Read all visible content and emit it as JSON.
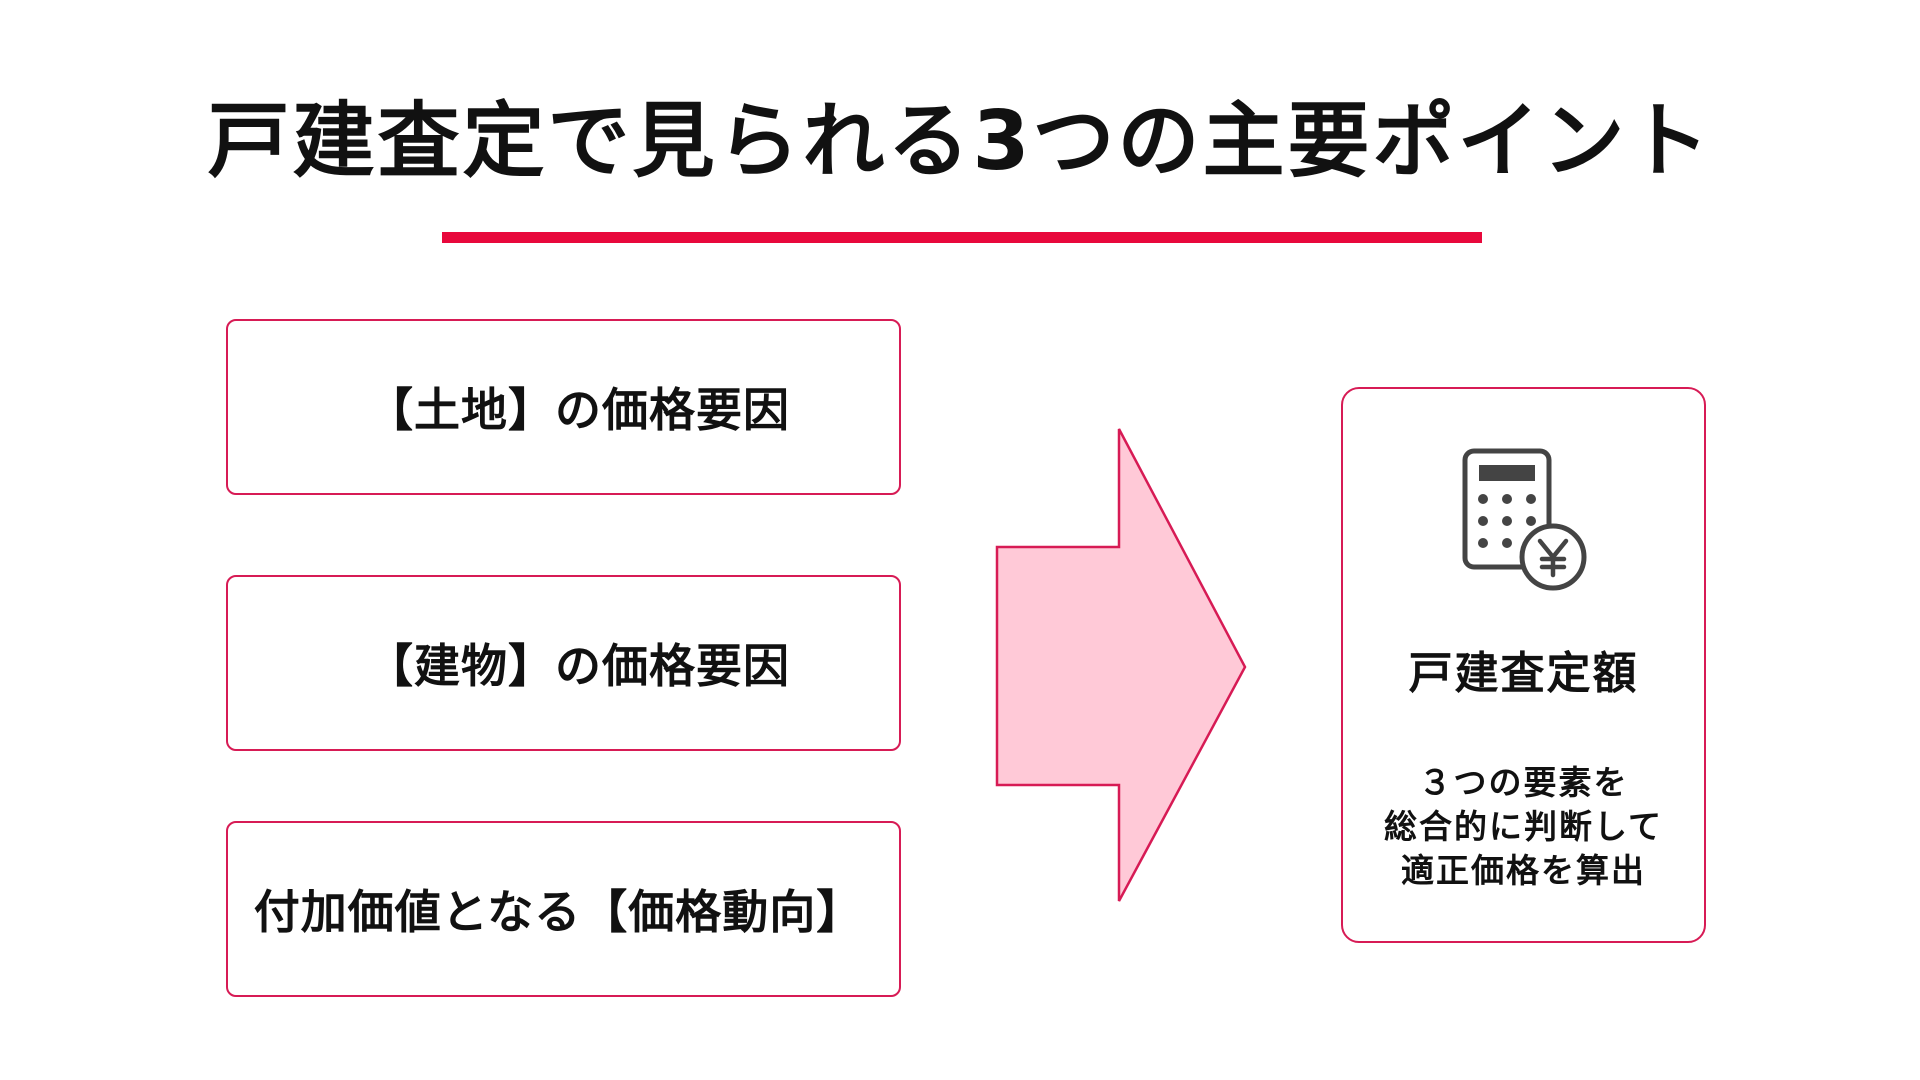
{
  "title": "戸建査定で見られる3つの主要ポイント",
  "factors": [
    {
      "label": "【土地】の価格要因"
    },
    {
      "label": "【建物】の価格要因"
    },
    {
      "label": "付加価値となる【価格動向】"
    }
  ],
  "result": {
    "icon": "calculator-yen-icon",
    "title": "戸建査定額",
    "description_lines": [
      "３つの要素を",
      "総合的に判断して",
      "適正価格を算出"
    ]
  },
  "colors": {
    "accent": "#e8083c",
    "border": "#d71b55",
    "arrow_fill": "#ffc9d7",
    "icon": "#444444"
  }
}
